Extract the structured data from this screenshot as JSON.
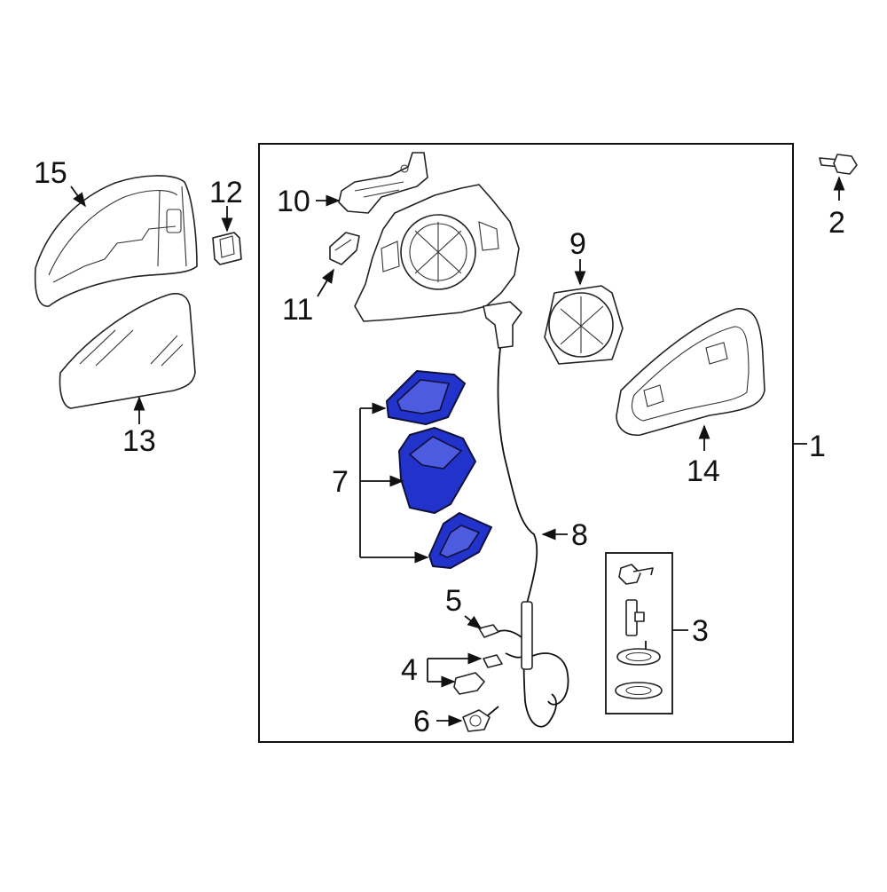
{
  "diagram": {
    "highlight_color": "#2233cc",
    "callouts": {
      "c1": "1",
      "c2": "2",
      "c3": "3",
      "c4": "4",
      "c5": "5",
      "c6": "6",
      "c7": "7",
      "c8": "8",
      "c9": "9",
      "c10": "10",
      "c11": "11",
      "c12": "12",
      "c13": "13",
      "c14": "14",
      "c15": "15"
    }
  }
}
